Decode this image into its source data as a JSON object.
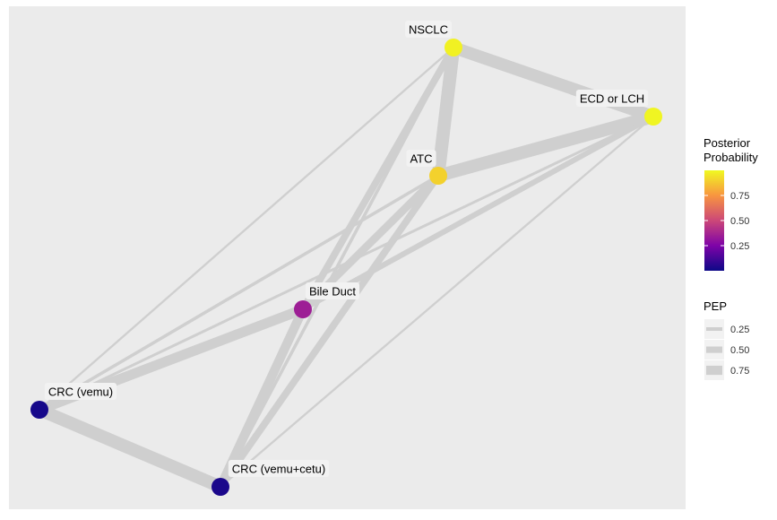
{
  "chart_data": {
    "type": "network",
    "colors": {
      "panel_background": "#ebebeb",
      "edge": "#cfcfcf",
      "colorscale": [
        "#0d0887",
        "#7e03a8",
        "#cc4778",
        "#f89540",
        "#f0f921"
      ]
    },
    "nodes": [
      {
        "id": "nsclc",
        "label": "NSCLC",
        "posterior_probability": 0.98
      },
      {
        "id": "ecd",
        "label": "ECD or LCH",
        "posterior_probability": 0.99
      },
      {
        "id": "atc",
        "label": "ATC",
        "posterior_probability": 0.9
      },
      {
        "id": "bile",
        "label": "Bile Duct",
        "posterior_probability": 0.35
      },
      {
        "id": "crc_vemu",
        "label": "CRC (vemu)",
        "posterior_probability": 0.02
      },
      {
        "id": "crc_vemu_cetu",
        "label": "CRC (vemu+cetu)",
        "posterior_probability": 0.03
      }
    ],
    "edges": [
      {
        "from": "nsclc",
        "to": "ecd",
        "pep": 0.75
      },
      {
        "from": "nsclc",
        "to": "atc",
        "pep": 0.8
      },
      {
        "from": "atc",
        "to": "ecd",
        "pep": 0.78
      },
      {
        "from": "bile",
        "to": "crc_vemu",
        "pep": 0.6
      },
      {
        "from": "crc_vemu",
        "to": "crc_vemu_cetu",
        "pep": 0.78
      },
      {
        "from": "bile",
        "to": "crc_vemu_cetu",
        "pep": 0.55
      },
      {
        "from": "nsclc",
        "to": "bile",
        "pep": 0.4
      },
      {
        "from": "atc",
        "to": "bile",
        "pep": 0.45
      },
      {
        "from": "atc",
        "to": "crc_vemu_cetu",
        "pep": 0.4
      },
      {
        "from": "nsclc",
        "to": "crc_vemu_cetu",
        "pep": 0.15
      },
      {
        "from": "ecd",
        "to": "bile",
        "pep": 0.3
      },
      {
        "from": "atc",
        "to": "crc_vemu",
        "pep": 0.15
      },
      {
        "from": "ecd",
        "to": "crc_vemu",
        "pep": 0.12
      },
      {
        "from": "nsclc",
        "to": "crc_vemu",
        "pep": 0.08
      },
      {
        "from": "ecd",
        "to": "crc_vemu_cetu",
        "pep": 0.08
      }
    ],
    "legend_color": {
      "title": "Posterior\nProbability",
      "range": [
        0,
        1
      ],
      "ticks": [
        0.25,
        0.5,
        0.75
      ],
      "tick_labels": [
        "0.25",
        "0.50",
        "0.75"
      ],
      "placement": "right"
    },
    "legend_size": {
      "title": "PEP",
      "entries": [
        {
          "label": "0.25",
          "pep": 0.25
        },
        {
          "label": "0.50",
          "pep": 0.5
        },
        {
          "label": "0.75",
          "pep": 0.75
        }
      ],
      "placement": "right"
    },
    "grid": false
  }
}
